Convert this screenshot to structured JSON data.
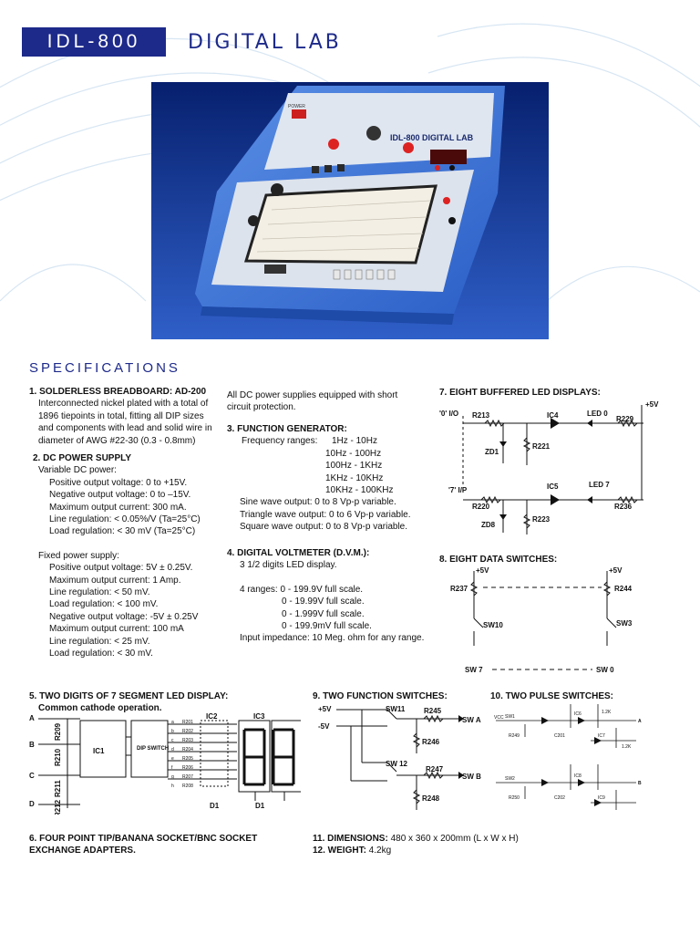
{
  "header": {
    "model": "IDL-800",
    "title": "DIGITAL LAB"
  },
  "photo": {
    "panel_label": "IDL-800 DIGITAL LAB",
    "power_label": "POWER"
  },
  "specifications": {
    "heading": "SPECIFICATIONS",
    "sec1": {
      "title": "1. SOLDERLESS BREADBOARD: AD-200",
      "lines": [
        "Interconnected nickel plated with a total of",
        "1896 tiepoints in total, fitting all DIP sizes",
        "and components with lead and solid wire in",
        "diameter of AWG #22-30 (0.3 - 0.8mm)"
      ]
    },
    "sec2": {
      "title": "2. DC POWER SUPPLY",
      "variable_label": "Variable DC power:",
      "variable": [
        "Positive output voltage: 0    to    +15V.",
        "Negative output voltage: 0    to    –15V.",
        "Maximum output current: 300 mA.",
        "Line regulation: < 0.05%/V (Ta=25°C)",
        "Load regulation: < 30 mV (Ta=25°C)"
      ],
      "fixed_label": "Fixed power supply:",
      "fixed": [
        "Positive output voltage: 5V ± 0.25V.",
        "Maximum output current: 1 Amp.",
        "Line regulation: < 50 mV.",
        "Load regulation: < 100 mV.",
        "Negative output voltage: -5V ± 0.25V",
        "Maximum output current: 100 mA",
        "Line regulation: < 25 mV.",
        "Load regulation: < 30 mV."
      ]
    },
    "note_dc": [
      "All DC power supplies equipped with short",
      "circuit protection."
    ],
    "sec3": {
      "title": "3. FUNCTION GENERATOR:",
      "freq_label": "Frequency ranges:",
      "freq": [
        "1Hz - 10Hz",
        "10Hz - 100Hz",
        "100Hz - 1KHz",
        "1KHz - 10KHz",
        "10KHz - 100KHz"
      ],
      "waves": [
        "Sine wave output: 0 to 8 Vp-p variable.",
        "Triangle wave output: 0 to 6 Vp-p variable.",
        "Square wave output: 0 to 8 Vp-p variable."
      ]
    },
    "sec4": {
      "title": "4. DIGITAL VOLTMETER (D.V.M.):",
      "display": "3 1/2 digits LED display.",
      "ranges_label": "4 ranges: 0 - 199.9V full scale.",
      "ranges": [
        "0 - 19.99V full scale.",
        "0 - 1.999V full scale.",
        "0 - 199.9mV full scale."
      ],
      "impedance": "Input impedance: 10 Meg. ohm for any range."
    },
    "sec5": {
      "title": "5. TWO DIGITS OF 7 SEGMENT LED DISPLAY:",
      "subtitle": "Common cathode operation."
    },
    "sec6": {
      "lines": [
        "6. FOUR POINT TIP/BANANA SOCKET/BNC SOCKET",
        "EXCHANGE ADAPTERS."
      ]
    },
    "sec7": {
      "title": "7. EIGHT BUFFERED LED DISPLAYS:"
    },
    "sec8": {
      "title": "8. EIGHT DATA SWITCHES:"
    },
    "sec9": {
      "title": "9. TWO FUNCTION SWITCHES:"
    },
    "sec10": {
      "title": "10. TWO PULSE SWITCHES:"
    },
    "sec11": {
      "label": "11. DIMENSIONS:",
      "value": " 480 x 360 x 200mm (L x W x H)"
    },
    "sec12": {
      "label": "12. WEIGHT:",
      "value": " 4.2kg"
    }
  },
  "schematic7": {
    "vcc": "+5V",
    "in0": "'0' I/O",
    "in7": "'7' I/P",
    "r213": "R213",
    "ic4": "IC4",
    "led0": "LED 0",
    "r229": "R229",
    "zd1": "ZD1",
    "r221": "R221",
    "ic5": "IC5",
    "led7": "LED 7",
    "r220": "R220",
    "r236": "R236",
    "zd8": "ZD8",
    "r223": "R223"
  },
  "schematic8": {
    "vcc_left": "+5V",
    "vcc_right": "+5V",
    "r237": "R237",
    "r244": "R244",
    "sw10": "SW10",
    "sw3": "SW3",
    "sw7": "SW 7",
    "sw0": "SW 0"
  },
  "schematic5": {
    "pins_left": [
      "A",
      "B",
      "C",
      "D"
    ],
    "resistors": [
      "R209",
      "R210",
      "R211",
      "R212"
    ],
    "ic1": "IC1",
    "dip": "DIP SWITCH",
    "dip_pins": [
      "a",
      "b",
      "c",
      "d",
      "e",
      "f",
      "g",
      "h"
    ],
    "r_small": [
      "R201",
      "R202",
      "R203",
      "R204",
      "R205",
      "R206",
      "R207",
      "R208"
    ],
    "ic2": "IC2",
    "ic3": "IC3",
    "d1a": "D1",
    "d1b": "D1"
  },
  "schematic9": {
    "pos": "+5V",
    "neg": "-5V",
    "sw11": "SW11",
    "r245": "R245",
    "swa": "SW A",
    "r246": "R246",
    "sw12": "SW 12",
    "r247": "R247",
    "swb": "SW B",
    "r248": "R248"
  },
  "schematic10": {
    "vcc": "VCC",
    "labels": [
      "SW1",
      "R249",
      "C201",
      "IC6",
      "IC7",
      "1.2K",
      "1.2K",
      "A",
      "B",
      "SW2",
      "R250",
      "C202",
      "IC8",
      "IC9"
    ]
  }
}
